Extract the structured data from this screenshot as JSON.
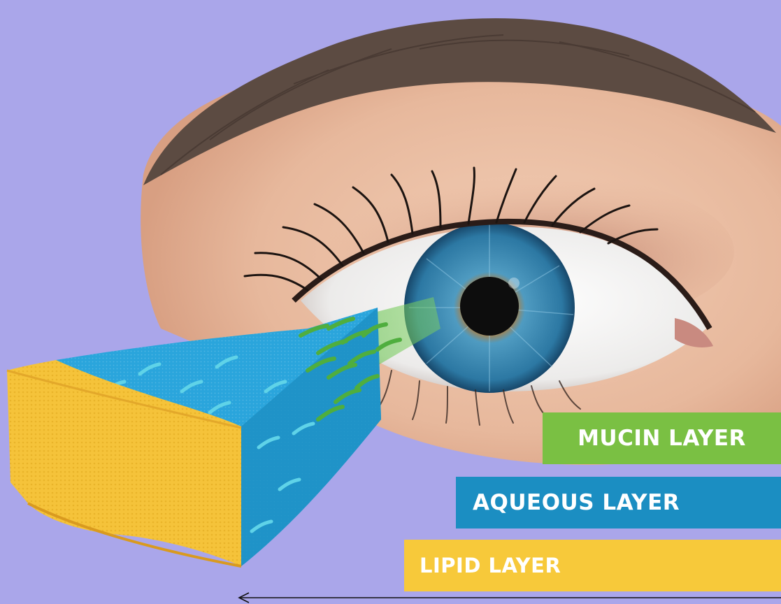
{
  "diagram": {
    "layers": [
      {
        "id": "mucin",
        "label": "MUCIN LAYER",
        "color": "#7ac043"
      },
      {
        "id": "aqueous",
        "label": "AQUEOUS LAYER",
        "color": "#1b8ec2"
      },
      {
        "id": "lipid",
        "label": "LIPID LAYER",
        "color": "#f7c93a"
      }
    ]
  },
  "colors": {
    "background": "#aaa6ea",
    "skin": "#e9bba0",
    "iris": "#2e7fa8",
    "brow": "#5a4a40"
  }
}
